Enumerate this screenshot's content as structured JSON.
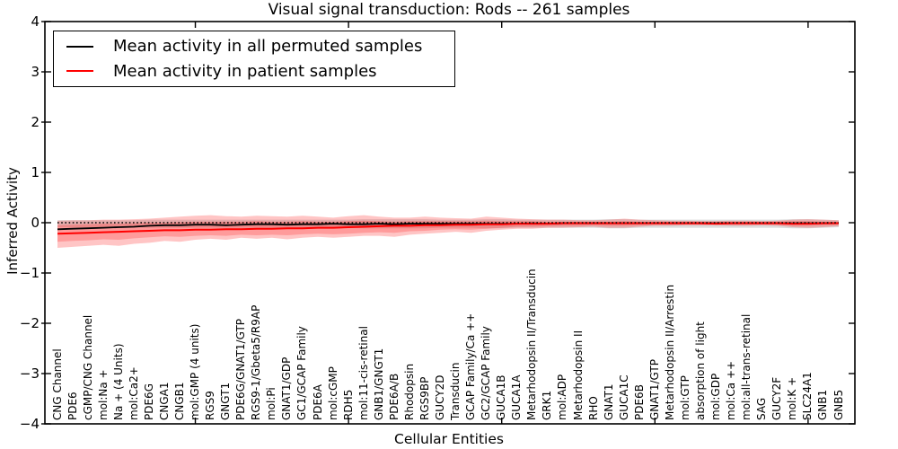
{
  "window": {
    "title": "Visual signal transduction: Rods -- 261 samples"
  },
  "chart_data": {
    "type": "line",
    "title": "Visual signal transduction: Rods -- 261 samples",
    "xlabel": "Cellular Entities",
    "ylabel": "Inferred Activity",
    "ylim": [
      -4,
      4
    ],
    "yticks": {
      "values": [
        4,
        3,
        2,
        1,
        0,
        -1,
        -2,
        -3,
        -4
      ],
      "labels": [
        "4",
        "3",
        "2",
        "1",
        "0",
        "−1",
        "−2",
        "−3",
        "−4"
      ]
    },
    "xtick_major_indices": [
      9,
      19,
      29,
      39,
      49
    ],
    "grid": false,
    "legend_position": "upper left",
    "zero_reference_line": {
      "style": "dotted",
      "color": "#000000",
      "y": 0
    },
    "colors": {
      "permuted_mean": "#000000",
      "patient_mean": "#ff0000",
      "patient_band": "#ff3030",
      "permuted_band": "#999999"
    },
    "categories": [
      "CNG Channel",
      "PDE6",
      "cGMP/CNG Channel",
      "mol:Na +",
      "Na + (4 Units)",
      "mol:Ca2+",
      "PDE6G",
      "CNGA1",
      "CNGB1",
      "mol:GMP (4 units)",
      "RGS9",
      "GNGT1",
      "PDE6G/GNAT1/GTP",
      "RGS9-1/Gbeta5/R9AP",
      "mol:Pi",
      "GNAT1/GDP",
      "GC1/GCAP Family",
      "PDE6A",
      "mol:cGMP",
      "RDH5",
      "mol:11-cis-retinal",
      "GNB1/GNGT1",
      "PDE6A/B",
      "Rhodopsin",
      "RGS9BP",
      "GUCY2D",
      "Transducin",
      "GCAP Family/Ca ++",
      "GC2/GCAP Family",
      "GUCA1B",
      "GUCA1A",
      "Metarhodopsin II/Transducin",
      "GRK1",
      "mol:ADP",
      "Metarhodopsin II",
      "RHO",
      "GNAT1",
      "GUCA1C",
      "PDE6B",
      "GNAT1/GTP",
      "Metarhodopsin II/Arrestin",
      "mol:GTP",
      "absorption of light",
      "mol:GDP",
      "mol:Ca ++",
      "mol:all-trans-retinal",
      "SAG",
      "GUCY2F",
      "mol:K +",
      "SLC24A1",
      "GNB1",
      "GNB5"
    ],
    "series": [
      {
        "name": "Mean activity in all permuted samples",
        "color": "#000000",
        "values": [
          -0.13,
          -0.12,
          -0.11,
          -0.1,
          -0.09,
          -0.08,
          -0.06,
          -0.05,
          -0.05,
          -0.04,
          -0.04,
          -0.05,
          -0.04,
          -0.03,
          -0.03,
          -0.04,
          -0.03,
          -0.03,
          -0.02,
          -0.03,
          -0.03,
          -0.02,
          -0.03,
          -0.02,
          -0.02,
          -0.02,
          -0.02,
          -0.02,
          -0.02,
          -0.02,
          -0.02,
          -0.01,
          -0.02,
          -0.01,
          -0.01,
          -0.01,
          -0.01,
          -0.01,
          -0.01,
          -0.01,
          -0.01,
          -0.01,
          -0.01,
          -0.01,
          -0.01,
          -0.01,
          -0.01,
          -0.01,
          -0.01,
          -0.01,
          -0.01,
          -0.01
        ]
      },
      {
        "name": "Mean activity in patient samples",
        "color": "#ff0000",
        "values": [
          -0.22,
          -0.21,
          -0.2,
          -0.19,
          -0.18,
          -0.17,
          -0.16,
          -0.15,
          -0.15,
          -0.14,
          -0.14,
          -0.13,
          -0.13,
          -0.12,
          -0.12,
          -0.11,
          -0.11,
          -0.1,
          -0.1,
          -0.09,
          -0.08,
          -0.07,
          -0.06,
          -0.06,
          -0.05,
          -0.05,
          -0.04,
          -0.04,
          -0.03,
          -0.03,
          -0.02,
          -0.02,
          -0.02,
          -0.01,
          -0.01,
          -0.01,
          -0.01,
          -0.01,
          -0.01,
          -0.01,
          -0.01,
          -0.01,
          -0.01,
          -0.02,
          -0.01,
          -0.01,
          -0.01,
          -0.01,
          -0.02,
          -0.02,
          -0.01,
          -0.01
        ]
      }
    ],
    "bands": [
      {
        "name": "permuted-samples-spread",
        "color": "#999999",
        "opacity": 0.35,
        "upper": [
          0.05,
          0.05,
          0.05,
          0.05,
          0.05,
          0.05,
          0.06,
          0.06,
          0.06,
          0.06,
          0.06,
          0.06,
          0.06,
          0.06,
          0.06,
          0.06,
          0.06,
          0.06,
          0.06,
          0.06,
          0.07,
          0.07,
          0.07,
          0.07,
          0.07,
          0.06,
          0.06,
          0.06,
          0.07,
          0.07,
          0.06,
          0.06,
          0.06,
          0.06,
          0.06,
          0.06,
          0.07,
          0.07,
          0.06,
          0.06,
          0.06,
          0.06,
          0.06,
          0.06,
          0.06,
          0.06,
          0.06,
          0.06,
          0.07,
          0.07,
          0.06,
          0.05
        ],
        "lower": [
          -0.09,
          -0.09,
          -0.09,
          -0.09,
          -0.09,
          -0.09,
          -0.1,
          -0.1,
          -0.1,
          -0.1,
          -0.1,
          -0.1,
          -0.1,
          -0.1,
          -0.1,
          -0.1,
          -0.1,
          -0.1,
          -0.1,
          -0.1,
          -0.11,
          -0.11,
          -0.11,
          -0.11,
          -0.11,
          -0.1,
          -0.1,
          -0.1,
          -0.11,
          -0.11,
          -0.1,
          -0.1,
          -0.1,
          -0.1,
          -0.1,
          -0.1,
          -0.11,
          -0.11,
          -0.1,
          -0.1,
          -0.1,
          -0.1,
          -0.1,
          -0.1,
          -0.1,
          -0.1,
          -0.1,
          -0.1,
          -0.11,
          -0.11,
          -0.1,
          -0.09
        ]
      },
      {
        "name": "patient-samples-spread-outer",
        "color": "#ff3030",
        "opacity": 0.28,
        "upper": [
          0.04,
          0.05,
          0.05,
          0.06,
          0.06,
          0.07,
          0.08,
          0.1,
          0.12,
          0.14,
          0.15,
          0.13,
          0.12,
          0.14,
          0.13,
          0.12,
          0.14,
          0.12,
          0.1,
          0.13,
          0.15,
          0.12,
          0.1,
          0.1,
          0.12,
          0.1,
          0.09,
          0.08,
          0.12,
          0.1,
          0.08,
          0.07,
          0.06,
          0.06,
          0.05,
          0.05,
          0.06,
          0.08,
          0.06,
          0.05,
          0.04,
          0.04,
          0.03,
          0.03,
          0.04,
          0.04,
          0.03,
          0.04,
          0.06,
          0.07,
          0.06,
          0.05
        ],
        "lower": [
          -0.5,
          -0.48,
          -0.46,
          -0.44,
          -0.46,
          -0.42,
          -0.4,
          -0.36,
          -0.38,
          -0.34,
          -0.32,
          -0.34,
          -0.3,
          -0.32,
          -0.3,
          -0.33,
          -0.3,
          -0.28,
          -0.3,
          -0.28,
          -0.26,
          -0.26,
          -0.28,
          -0.24,
          -0.22,
          -0.2,
          -0.18,
          -0.2,
          -0.16,
          -0.14,
          -0.12,
          -0.12,
          -0.1,
          -0.1,
          -0.09,
          -0.08,
          -0.1,
          -0.1,
          -0.08,
          -0.06,
          -0.06,
          -0.05,
          -0.05,
          -0.05,
          -0.06,
          -0.06,
          -0.05,
          -0.06,
          -0.09,
          -0.1,
          -0.09,
          -0.07
        ]
      },
      {
        "name": "patient-samples-spread-inner",
        "color": "#ff3030",
        "opacity": 0.28,
        "upper": [
          -0.05,
          -0.04,
          -0.03,
          -0.02,
          -0.02,
          -0.01,
          0.0,
          0.0,
          0.01,
          0.02,
          0.02,
          0.02,
          0.02,
          0.03,
          0.02,
          0.02,
          0.03,
          0.02,
          0.02,
          0.03,
          0.04,
          0.03,
          0.02,
          0.03,
          0.03,
          0.03,
          0.03,
          0.03,
          0.04,
          0.03,
          0.03,
          0.03,
          0.02,
          0.02,
          0.02,
          0.02,
          0.02,
          0.03,
          0.02,
          0.02,
          0.02,
          0.02,
          0.02,
          0.02,
          0.02,
          0.02,
          0.02,
          0.02,
          0.03,
          0.03,
          0.02,
          0.02
        ],
        "lower": [
          -0.38,
          -0.36,
          -0.35,
          -0.33,
          -0.34,
          -0.31,
          -0.29,
          -0.27,
          -0.28,
          -0.26,
          -0.25,
          -0.26,
          -0.24,
          -0.25,
          -0.24,
          -0.25,
          -0.23,
          -0.22,
          -0.23,
          -0.22,
          -0.2,
          -0.19,
          -0.2,
          -0.17,
          -0.16,
          -0.14,
          -0.13,
          -0.14,
          -0.12,
          -0.1,
          -0.08,
          -0.08,
          -0.07,
          -0.06,
          -0.06,
          -0.05,
          -0.06,
          -0.06,
          -0.05,
          -0.04,
          -0.04,
          -0.04,
          -0.04,
          -0.04,
          -0.04,
          -0.04,
          -0.04,
          -0.04,
          -0.06,
          -0.06,
          -0.05,
          -0.04
        ]
      }
    ]
  }
}
